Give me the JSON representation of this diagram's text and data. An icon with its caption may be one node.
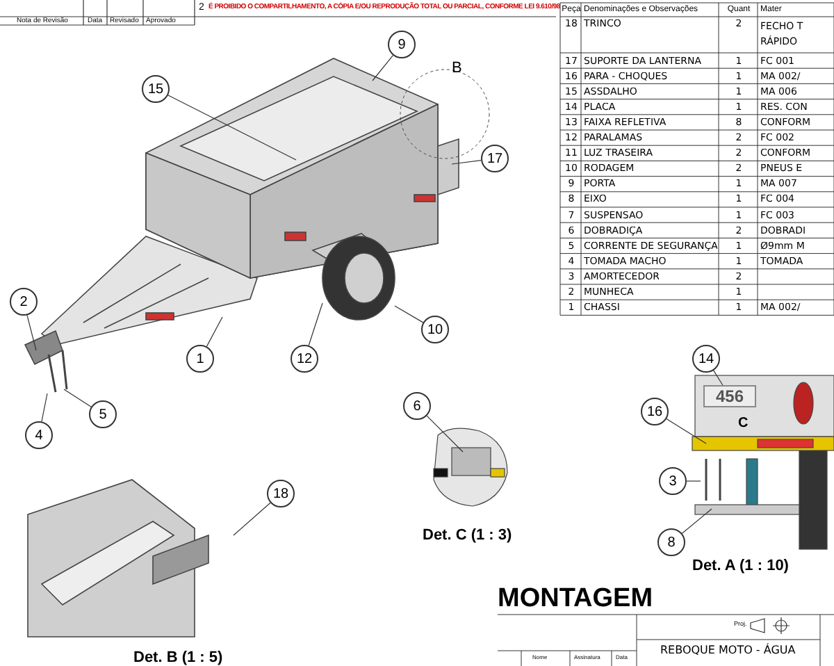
{
  "diagram": {
    "title": "MONTAGEM",
    "nodes": [
      {
        "text": [
          "9"
        ]
      },
      {
        "text": [
          "15"
        ]
      },
      {
        "text": [
          "17"
        ]
      },
      {
        "text": [
          "2"
        ]
      },
      {
        "text": [
          "10"
        ]
      },
      {
        "text": [
          "1"
        ]
      },
      {
        "text": [
          "12"
        ]
      },
      {
        "text": [
          "14"
        ]
      },
      {
        "text": [
          "6"
        ]
      },
      {
        "text": [
          "16"
        ]
      },
      {
        "text": [
          "5"
        ]
      },
      {
        "text": [
          "4"
        ]
      },
      {
        "text": [
          "3"
        ]
      },
      {
        "text": [
          "18"
        ]
      },
      {
        "text": [
          "8"
        ]
      },
      {
        "text": [
          "456"
        ]
      }
    ],
    "edges": [
      {
        "from": 0,
        "to": null,
        "arrow": "none"
      },
      {
        "from": 1,
        "to": null,
        "arrow": "none"
      },
      {
        "from": 2,
        "to": null,
        "arrow": "none"
      },
      {
        "from": 3,
        "to": null,
        "arrow": "none"
      },
      {
        "from": 4,
        "to": null,
        "arrow": "none"
      },
      {
        "from": 5,
        "to": null,
        "arrow": "none"
      },
      {
        "from": 6,
        "to": null,
        "arrow": "none"
      },
      {
        "from": 7,
        "to": 15,
        "arrow": "none"
      },
      {
        "from": 8,
        "to": null,
        "arrow": "none"
      },
      {
        "from": 9,
        "to": null,
        "arrow": "none"
      },
      {
        "from": 10,
        "to": null,
        "arrow": "none"
      },
      {
        "from": 11,
        "to": null,
        "arrow": "none"
      },
      {
        "from": 12,
        "to": null,
        "arrow": "none"
      },
      {
        "from": 13,
        "to": null,
        "arrow": "none"
      },
      {
        "from": 14,
        "to": null,
        "arrow": "none"
      }
    ],
    "labels": [
      "2",
      "É PROIBIDO O COMPARTILHAMENTO, A CÓPIA E/OU REPRODUÇÃO TOTAL OU PARCIAL, CONFORME LEI 9.610/98",
      "Nota de Revisão",
      "Data",
      "Revisado",
      "Aprovado",
      "Peça",
      "Denominações e Observações",
      "Quant",
      "Mater",
      "18",
      "TRINCO",
      "2",
      "FECHO T RÁPIDO",
      "17",
      "SUPORTE DA LANTERNA",
      "1",
      "FC 001",
      "16",
      "PARA - CHOQUES",
      "1",
      "MA 002/",
      "15",
      "ASSDALHO",
      "1",
      "MA 006",
      "14",
      "PLACA",
      "1",
      "RES. CON",
      "13",
      "FAIXA REFLETIVA",
      "8",
      "CONFORM",
      "12",
      "PARALAMAS",
      "2",
      "FC 002",
      "11",
      "LUZ TRASEIRA",
      "2",
      "CONFORM",
      "10",
      "RODAGEM",
      "2",
      "PNEUS E",
      "9",
      "PORTA",
      "1",
      "MA 007",
      "8",
      "EIXO",
      "1",
      "FC 004",
      "7",
      "SUSPENSAO",
      "1",
      "FC 003",
      "6",
      "DOBRADIÇA",
      "2",
      "DOBRADI",
      "5",
      "CORRENTE DE SEGURANÇA",
      "1",
      "Ø9mm M",
      "4",
      "TOMADA MACHO",
      "1",
      "TOMADA",
      "3",
      "AMORTECEDOR",
      "2",
      "2",
      "MUNHECA",
      "1",
      "1",
      "CHASSI",
      "1",
      "MA 002/",
      "B",
      "C",
      "Det. C (1 : 3)",
      "Det. A (1 : 10)",
      "Det. B (1 : 5)",
      "Proj.",
      "REBOQUE MOTO - ÁGUA",
      "Nome",
      "Assinatura",
      "Data"
    ]
  }
}
